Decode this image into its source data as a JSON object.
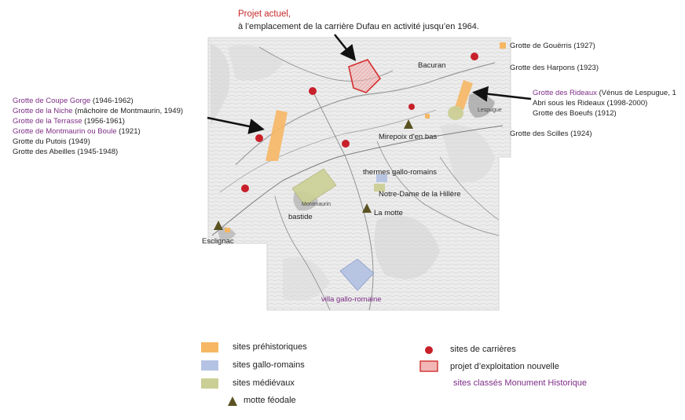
{
  "header": {
    "project_title": "Projet actuel,",
    "project_sub": "à l’emplacement de la carrière Dufau en activité jusqu’en 1964."
  },
  "left_list": [
    {
      "name": "Grotte de Coupe Gorge",
      "detail": " (1946-1962)",
      "classified": true
    },
    {
      "name": "Grotte de la Niche",
      "detail": " (mâchoire de Montmaurin, 1949)",
      "classified": true
    },
    {
      "name": "Grotte de la Terrasse",
      "detail": " (1956-1961)",
      "classified": true
    },
    {
      "name": "Grotte de Montmaurin ou Boule",
      "detail": " (1921)",
      "classified": true
    },
    {
      "name": "Grotte du Putois",
      "detail": " (1949)",
      "classified": false
    },
    {
      "name": "Grotte des Abeilles",
      "detail": " (1945-1948)",
      "classified": false
    }
  ],
  "right_top": [
    {
      "text": "Grotte de Gouërris (1927)"
    },
    {
      "text": "Grotte des Harpons (1923)"
    }
  ],
  "right_list": [
    {
      "name": "Grotte des Rideaux",
      "detail": " (Vénus de Lespugue, 1",
      "classified": true
    },
    {
      "name": "Abri sous les Rideaux",
      "detail": " (1998-2000)",
      "classified": false
    },
    {
      "name": "Grotte des Boeufs",
      "detail": " (1912)",
      "classified": false
    }
  ],
  "right_bottom": {
    "text": "Grotte des Scilles (1924)"
  },
  "map_labels": {
    "bacuran": "Bacuran",
    "mirepoix": "Mirepoix d'en bas",
    "thermes": "thermes gallo-romains",
    "notre_dame": "Notre-Dame de la Hillère",
    "la_motte": "La motte",
    "bastide": "bastide",
    "esclignac": "Esclignac",
    "villa": "villa gallo-romaine",
    "montmaurin": "Montmaurin",
    "lespugue": "Lespugue"
  },
  "legend": {
    "left": [
      {
        "label": "sites préhistoriques",
        "color": "#f6b765"
      },
      {
        "label": "sites gallo-romains",
        "color": "#b4c3e3"
      },
      {
        "label": "sites médiévaux",
        "color": "#cbcf95"
      },
      {
        "label": "motte féodale",
        "color": "#5b5222"
      }
    ],
    "right": [
      {
        "label": "sites de carrières",
        "color": "#c8202a"
      },
      {
        "label": "projet d’exploitation nouvelle",
        "color": "#f2b6b6"
      },
      {
        "label": "sites classés Monument Historique",
        "color": "#7d2e86"
      }
    ]
  }
}
